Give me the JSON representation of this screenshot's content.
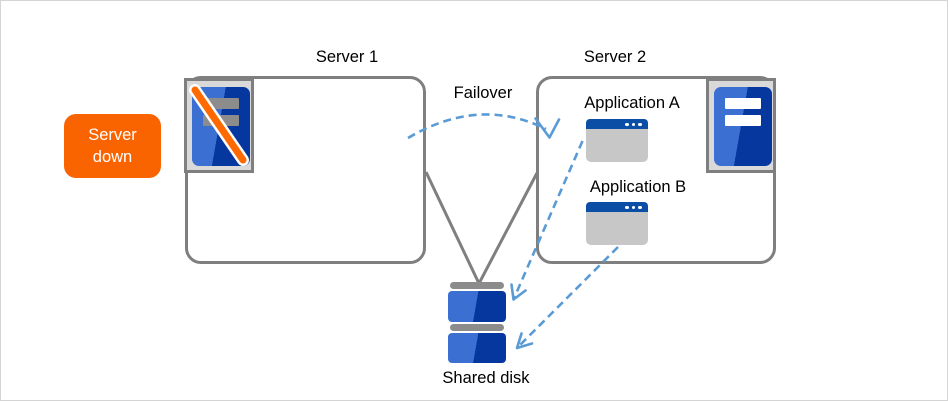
{
  "status_badge": {
    "label": "Server down"
  },
  "server1": {
    "label": "Server 1"
  },
  "server2": {
    "label": "Server 2",
    "apps": [
      {
        "label": "Application A"
      },
      {
        "label": "Application B"
      }
    ]
  },
  "failover": {
    "label": "Failover"
  },
  "shared_disk": {
    "label": "Shared disk"
  },
  "icons": {
    "server1_icon": "server-crossed-out-icon",
    "server2_icon": "server-icon",
    "app_icon": "app-window-icon",
    "disk_icon": "disk-stack-icon"
  },
  "colors": {
    "accent_blue": "#5b9bd5",
    "line_gray": "#7f7f7f",
    "orange": "#fa6400",
    "frame_gray": "#d9d9d9",
    "server_blue_light": "#3b6fd1",
    "server_blue_dark": "#05379f",
    "titlebar_blue": "#0b4ea6",
    "window_body": "#c7c7c7",
    "bar_gray": "#8c8c8c",
    "stripe_orange": "#ff6a00"
  }
}
